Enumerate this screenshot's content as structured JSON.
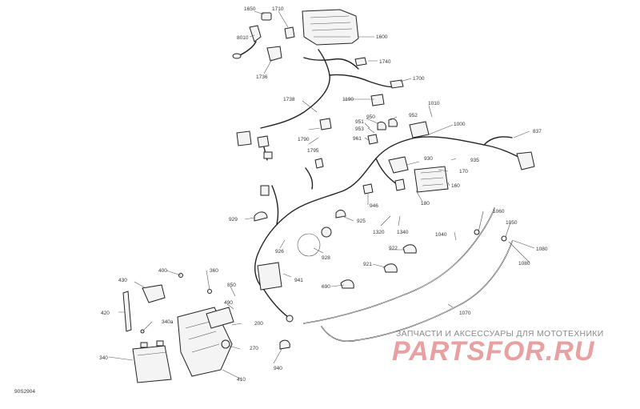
{
  "diagram": {
    "ref_code": "90S2904",
    "watermark": {
      "top_text": "ЗАПЧАСТИ И АКСЕССУАРЫ ДЛЯ МОТОТЕХНИКИ",
      "logo_text": "PARTSFOR.RU"
    },
    "callouts": [
      "1650",
      "1710",
      "1600",
      "8010",
      "1736",
      "1740",
      "1700",
      "1738",
      "1190",
      "1010",
      "952",
      "1000",
      "837",
      "950",
      "951",
      "953",
      "961",
      "1790",
      "1795",
      "930",
      "935",
      "170",
      "160",
      "180",
      "946",
      "925",
      "1320",
      "1340",
      "929",
      "926",
      "928",
      "922",
      "921",
      "941",
      "690",
      "1060",
      "1050",
      "1040",
      "1080",
      "1080",
      "400",
      "430",
      "360",
      "850",
      "420",
      "490",
      "340a",
      "200",
      "340",
      "270",
      "410",
      "940",
      "1070"
    ]
  }
}
